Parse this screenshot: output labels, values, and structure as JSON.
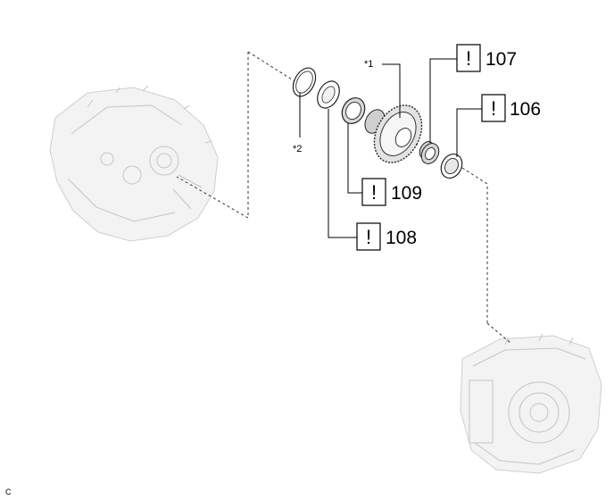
{
  "callouts": [
    {
      "mark": "!",
      "number": "107"
    },
    {
      "mark": "!",
      "number": "106"
    },
    {
      "mark": "!",
      "number": "109"
    },
    {
      "mark": "!",
      "number": "108"
    }
  ],
  "labels": {
    "star1": "*1",
    "star2": "*2",
    "corner": "C"
  },
  "icons": {
    "callout_mark": "exclamation-box-icon"
  }
}
